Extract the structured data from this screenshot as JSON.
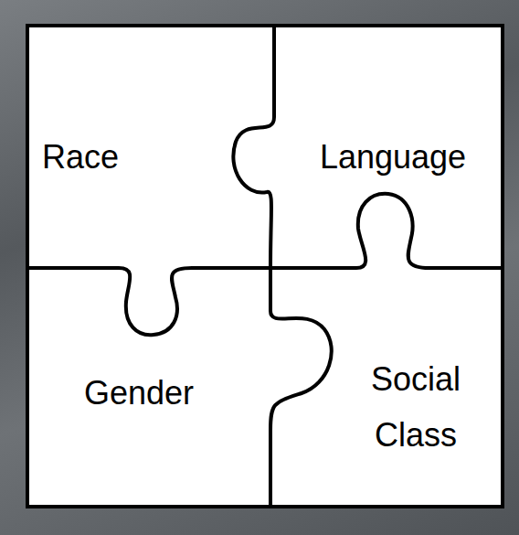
{
  "diagram": {
    "nodes": [
      {
        "text": [
          "Race"
        ]
      },
      {
        "text": [
          "Language"
        ]
      },
      {
        "text": [
          "Gender"
        ]
      },
      {
        "text": [
          "Social Class"
        ]
      }
    ]
  }
}
